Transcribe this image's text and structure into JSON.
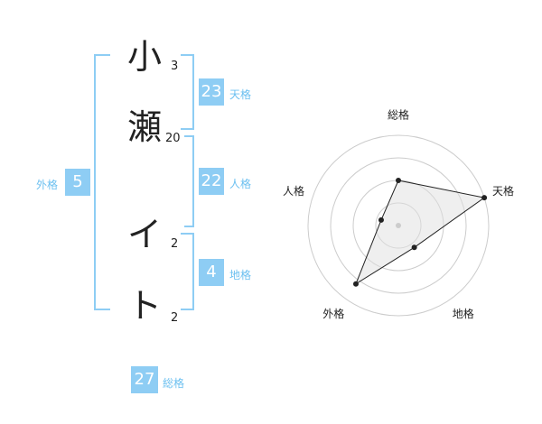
{
  "name": {
    "characters": [
      {
        "char": "小",
        "strokes": "3"
      },
      {
        "char": "瀬",
        "strokes": "20"
      },
      {
        "char": "イ",
        "strokes": "2"
      },
      {
        "char": "ト",
        "strokes": "2"
      }
    ]
  },
  "fortunes": {
    "tenkaku": {
      "value": "23",
      "label": "天格"
    },
    "jinkaku": {
      "value": "22",
      "label": "人格"
    },
    "chikaku": {
      "value": "4",
      "label": "地格"
    },
    "gaikaku": {
      "value": "5",
      "label": "外格"
    },
    "soukaku": {
      "value": "27",
      "label": "総格"
    }
  },
  "colors": {
    "accent": "#8ecdf4",
    "label": "#6cc0f0",
    "text": "#222222"
  },
  "chart_data": {
    "type": "radar",
    "axes": [
      "総格",
      "天格",
      "地格",
      "外格",
      "人格"
    ],
    "values": [
      0.5,
      1.0,
      0.3,
      0.8,
      0.2
    ],
    "range": [
      0,
      1
    ],
    "rings": 4
  }
}
